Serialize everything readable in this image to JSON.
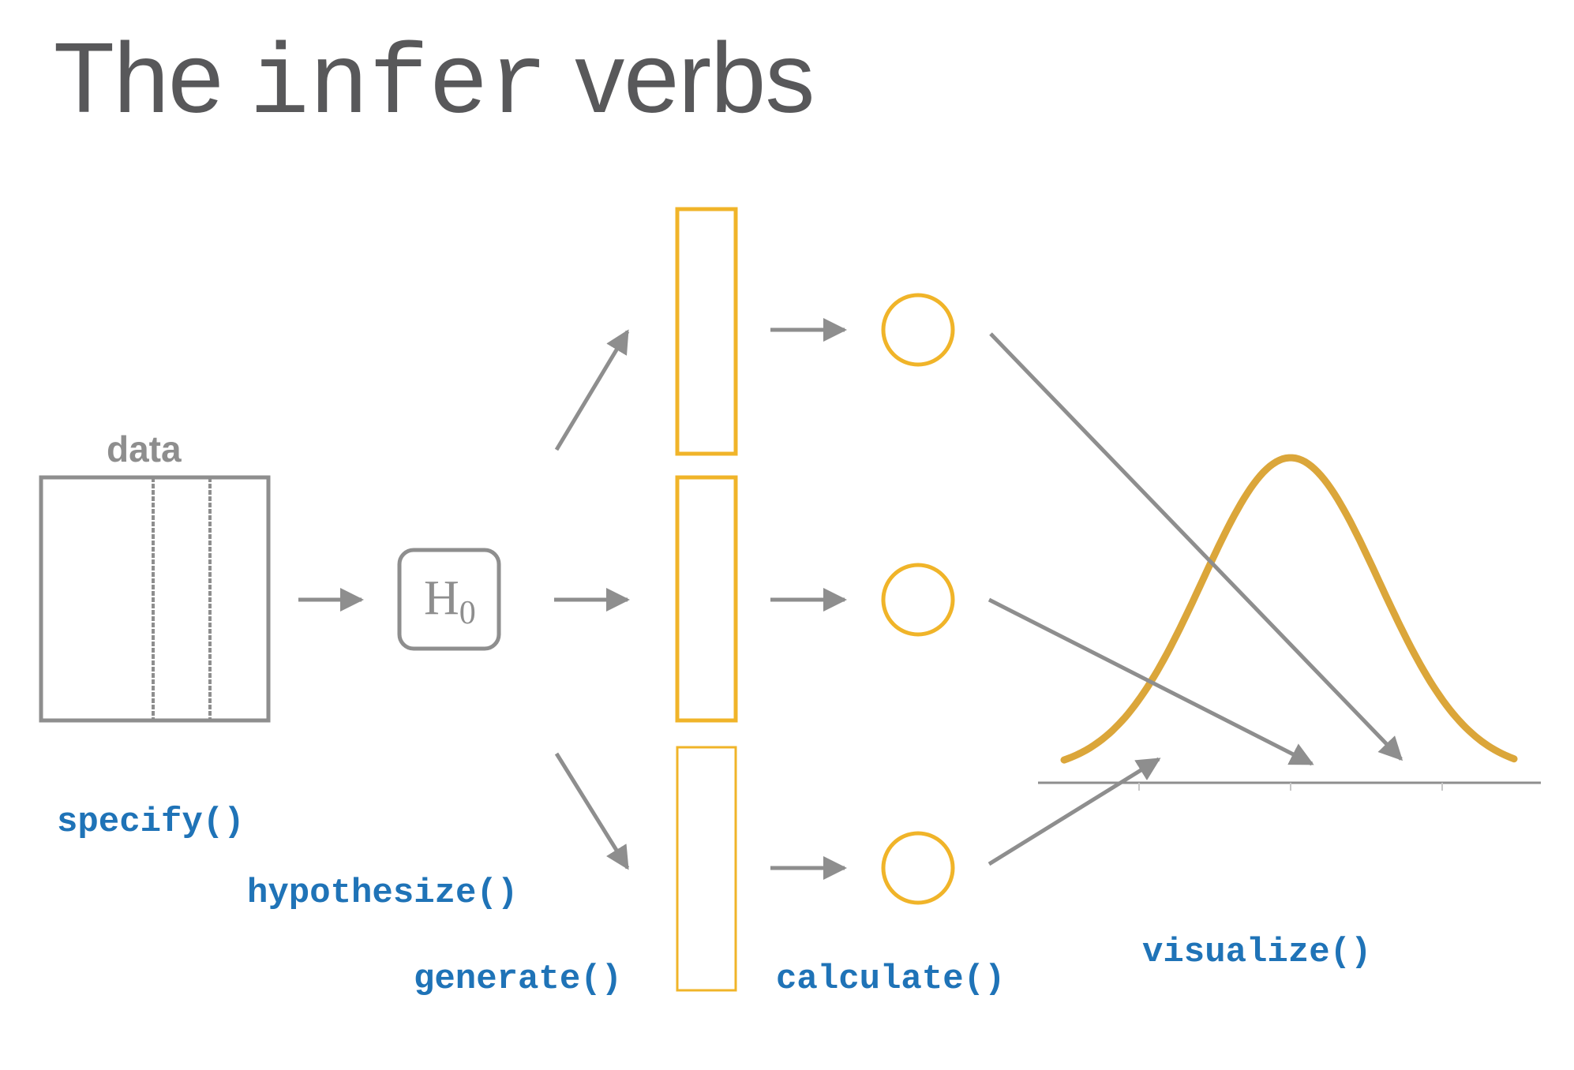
{
  "title": {
    "prefix": "The",
    "code": "infer",
    "suffix": "verbs"
  },
  "diagram": {
    "data_label": "data",
    "hypothesis": {
      "main": "H",
      "subscript": "0"
    },
    "verbs": {
      "specify": "specify()",
      "hypothesize": "hypothesize()",
      "generate": "generate()",
      "calculate": "calculate()",
      "visualize": "visualize()"
    },
    "colors": {
      "gray": "#8e8e8e",
      "orange": "#f0b429",
      "curve": "#dba63a",
      "blue": "#1f73b7",
      "title": "#58585a"
    }
  }
}
